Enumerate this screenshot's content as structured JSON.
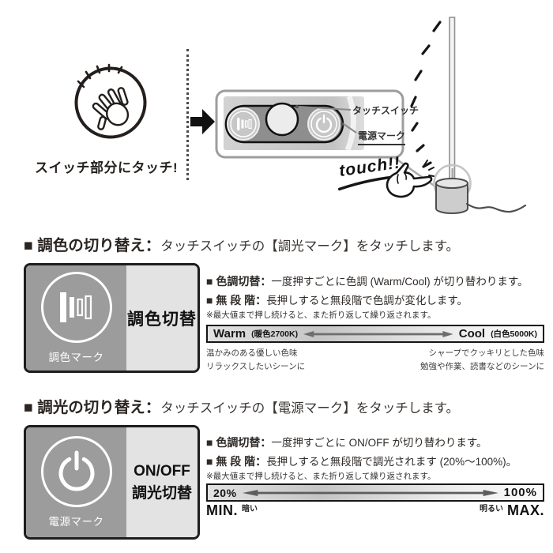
{
  "intro": {
    "tap_caption": "スイッチ部分にタッチ!",
    "touch_label": "touch!!",
    "callout_touch_switch": "タッチスイッチ",
    "callout_power_mark": "電源マーク"
  },
  "color_section": {
    "heading_label": "■ 調色の切り替え：",
    "heading_text": "タッチスイッチの【調光マーク】をタッチします。",
    "mark_label": "調色マーク",
    "switch_label": "調色切替",
    "bullet1_label": "■ 色調切替：",
    "bullet1_text": "一度押すごとに色調 (Warm/Cool) が切り替わります。",
    "bullet2_label": "■ 無 段 階：",
    "bullet2_text": "長押しすると無段階で色調が変化します。",
    "note": "※最大値まで押し続けると、また折り返して繰り返されます。",
    "scale": {
      "left_main": "Warm",
      "left_sub": "(暖色2700K)",
      "right_main": "Cool",
      "right_sub": "(白色5000K)",
      "left_desc1": "温かみのある優しい色味",
      "left_desc2": "リラックスしたいシーンに",
      "right_desc1": "シャープでクッキリとした色味",
      "right_desc2": "勉強や作業、読書などのシーンに"
    }
  },
  "dim_section": {
    "heading_label": "■ 調光の切り替え：",
    "heading_text": "タッチスイッチの【電源マーク】をタッチします。",
    "mark_label": "電源マーク",
    "switch_label1": "ON/OFF",
    "switch_label2": "調光切替",
    "bullet1_label": "■ 色調切替：",
    "bullet1_text": "一度押すごとに ON/OFF が切り替わります。",
    "bullet2_label": "■ 無 段 階：",
    "bullet2_text": "長押しすると無段階で調光されます (20%～100%)。",
    "note": "※最大値まで押し続けると、また折り返して繰り返されます。",
    "scale": {
      "left": "20%",
      "right": "100%",
      "min": "MIN.",
      "max": "MAX.",
      "dark": "暗い",
      "bright": "明るい"
    }
  },
  "colors": {
    "panel_dark": "#9c9c9c",
    "panel_light": "#e3e3e3",
    "ink": "#241f1c"
  }
}
